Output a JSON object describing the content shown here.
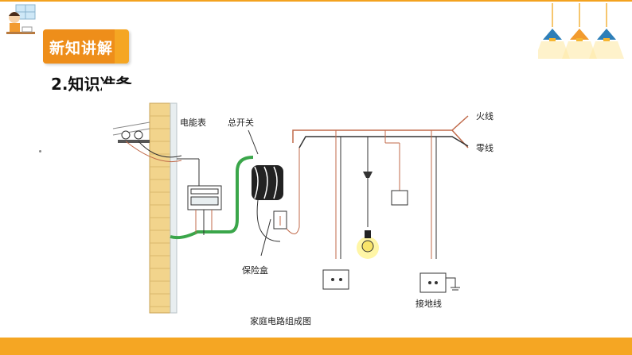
{
  "header": {
    "badge_label": "新知讲解",
    "section_title": "2.知识准备"
  },
  "diagram": {
    "labels": {
      "meter": "电能表",
      "main_switch": "总开关",
      "live_wire": "火线",
      "neutral_wire": "零线",
      "fuse_box": "保险盒",
      "ground_wire": "接地线"
    },
    "caption": "家庭电路组成图"
  },
  "colors": {
    "accent": "#f5a623",
    "accent_dark": "#ee8e1a",
    "wire_live": "#d87a5a",
    "wire_ground": "#3aa64a",
    "brick": "#f2d48c"
  },
  "icons": [
    "student-avatar-icon",
    "ceiling-lamps-icon"
  ]
}
